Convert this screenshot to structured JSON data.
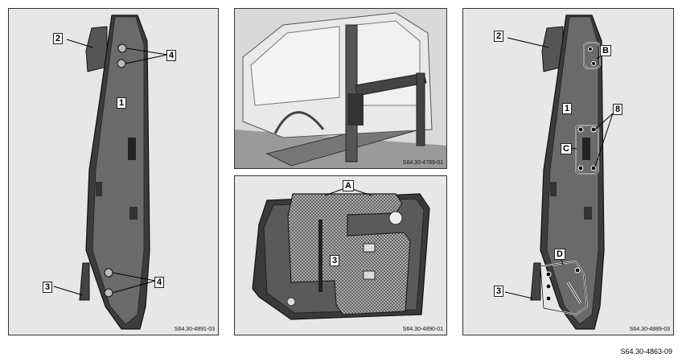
{
  "panels": {
    "left": {
      "code": "S64.30-4891-03",
      "labels": {
        "l1": "1",
        "l2": "2",
        "l3": "3",
        "l4a": "4",
        "l4b": "4"
      }
    },
    "top_center": {
      "code": "S64.30-4789-01"
    },
    "bottom_center": {
      "code": "S64.30-4890-01",
      "labels": {
        "lA": "A",
        "l3": "3"
      }
    },
    "right": {
      "code": "S64.30-4889-03",
      "labels": {
        "l1": "1",
        "l2": "2",
        "l3": "3",
        "lB": "B",
        "lC": "C",
        "lD": "D",
        "l8": "8"
      }
    }
  },
  "figure_ref": "S64.30-4863-09"
}
